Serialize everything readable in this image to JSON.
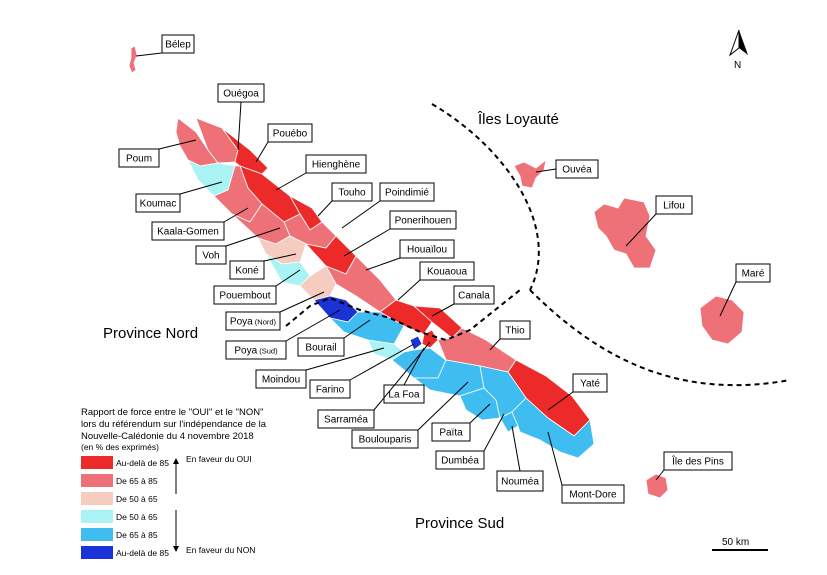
{
  "regions": {
    "nord": "Province Nord",
    "sud": "Province Sud",
    "loyaute": "Îles Loyauté"
  },
  "compass": {
    "letter": "N"
  },
  "scale": {
    "label": "50 km"
  },
  "legend": {
    "title": [
      "Rapport de force entre le \"OUI\" et le \"NON\"",
      "lors du référendum sur l'indépendance de la",
      "Nouvelle-Calédonie du 4 novembre 2018"
    ],
    "subtitle": "(en % des exprimés)",
    "items": [
      {
        "label": "Au-delà de 85",
        "color": "#ed2a2a"
      },
      {
        "label": "De 65 à 85",
        "color": "#ef7178"
      },
      {
        "label": "De 50 à 65",
        "color": "#f6cbc0"
      },
      {
        "label": "De 50 à 65",
        "color": "#a9f3f4"
      },
      {
        "label": "De 65 à 85",
        "color": "#3fbdf1"
      },
      {
        "label": "Au-delà de 85",
        "color": "#1a32d6"
      }
    ],
    "oui_label": "En faveur du OUI",
    "non_label": "En faveur du NON"
  },
  "communes": [
    {
      "name": "Bélep",
      "category": "oui_65_85"
    },
    {
      "name": "Ouégoa",
      "category": "oui_65_85"
    },
    {
      "name": "Pouébo",
      "category": "oui_85"
    },
    {
      "name": "Poum",
      "category": "oui_65_85"
    },
    {
      "name": "Hienghène",
      "category": "oui_85"
    },
    {
      "name": "Koumac",
      "category": "non_50_65"
    },
    {
      "name": "Touho",
      "category": "oui_85"
    },
    {
      "name": "Poindimié",
      "category": "oui_85"
    },
    {
      "name": "Kaala-Gomen",
      "category": "oui_65_85"
    },
    {
      "name": "Ponerihouen",
      "category": "oui_85"
    },
    {
      "name": "Voh",
      "category": "oui_65_85"
    },
    {
      "name": "Houaïlou",
      "category": "oui_85"
    },
    {
      "name": "Koné",
      "category": "oui_50_65"
    },
    {
      "name": "Kouaoua",
      "category": "oui_85"
    },
    {
      "name": "Pouembout",
      "category": "non_50_65"
    },
    {
      "name": "Canala",
      "category": "oui_85"
    },
    {
      "name": "Poya",
      "suffix": "(Nord)",
      "category": "oui_50_65"
    },
    {
      "name": "Thio",
      "category": "oui_65_85"
    },
    {
      "name": "Poya",
      "suffix": "(Sud)",
      "category": "non_85"
    },
    {
      "name": "Bourail",
      "category": "non_65_85"
    },
    {
      "name": "Moindou",
      "category": "non_50_65"
    },
    {
      "name": "Farino",
      "category": "non_85"
    },
    {
      "name": "La Foa",
      "category": "non_65_85"
    },
    {
      "name": "Sarraméa",
      "category": "oui_85"
    },
    {
      "name": "Yaté",
      "category": "oui_85"
    },
    {
      "name": "Boulouparis",
      "category": "non_65_85"
    },
    {
      "name": "Païta",
      "category": "non_65_85"
    },
    {
      "name": "Dumbéa",
      "category": "non_65_85"
    },
    {
      "name": "Nouméa",
      "category": "non_65_85"
    },
    {
      "name": "Mont-Dore",
      "category": "non_65_85"
    },
    {
      "name": "Île des Pins",
      "category": "oui_65_85"
    },
    {
      "name": "Ouvéa",
      "category": "oui_65_85"
    },
    {
      "name": "Lifou",
      "category": "oui_65_85"
    },
    {
      "name": "Maré",
      "category": "oui_65_85"
    }
  ]
}
